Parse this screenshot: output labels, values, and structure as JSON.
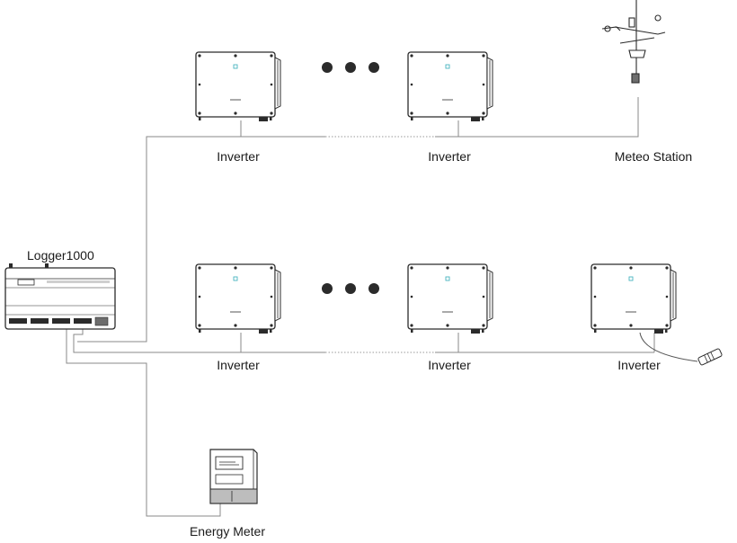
{
  "devices": {
    "logger": {
      "label": "Logger1000"
    },
    "inverter_label": "Inverter",
    "meteo_station": {
      "label": "Meteo Station"
    },
    "energy_meter": {
      "label": "Energy Meter"
    }
  },
  "layout": {
    "top_row_inverters": 2,
    "bottom_row_inverters": 3,
    "ellipsis_dots": 3
  },
  "colors": {
    "outline": "#2b2b2b",
    "wire": "#8a8a8a",
    "text": "#1a1a1a"
  }
}
